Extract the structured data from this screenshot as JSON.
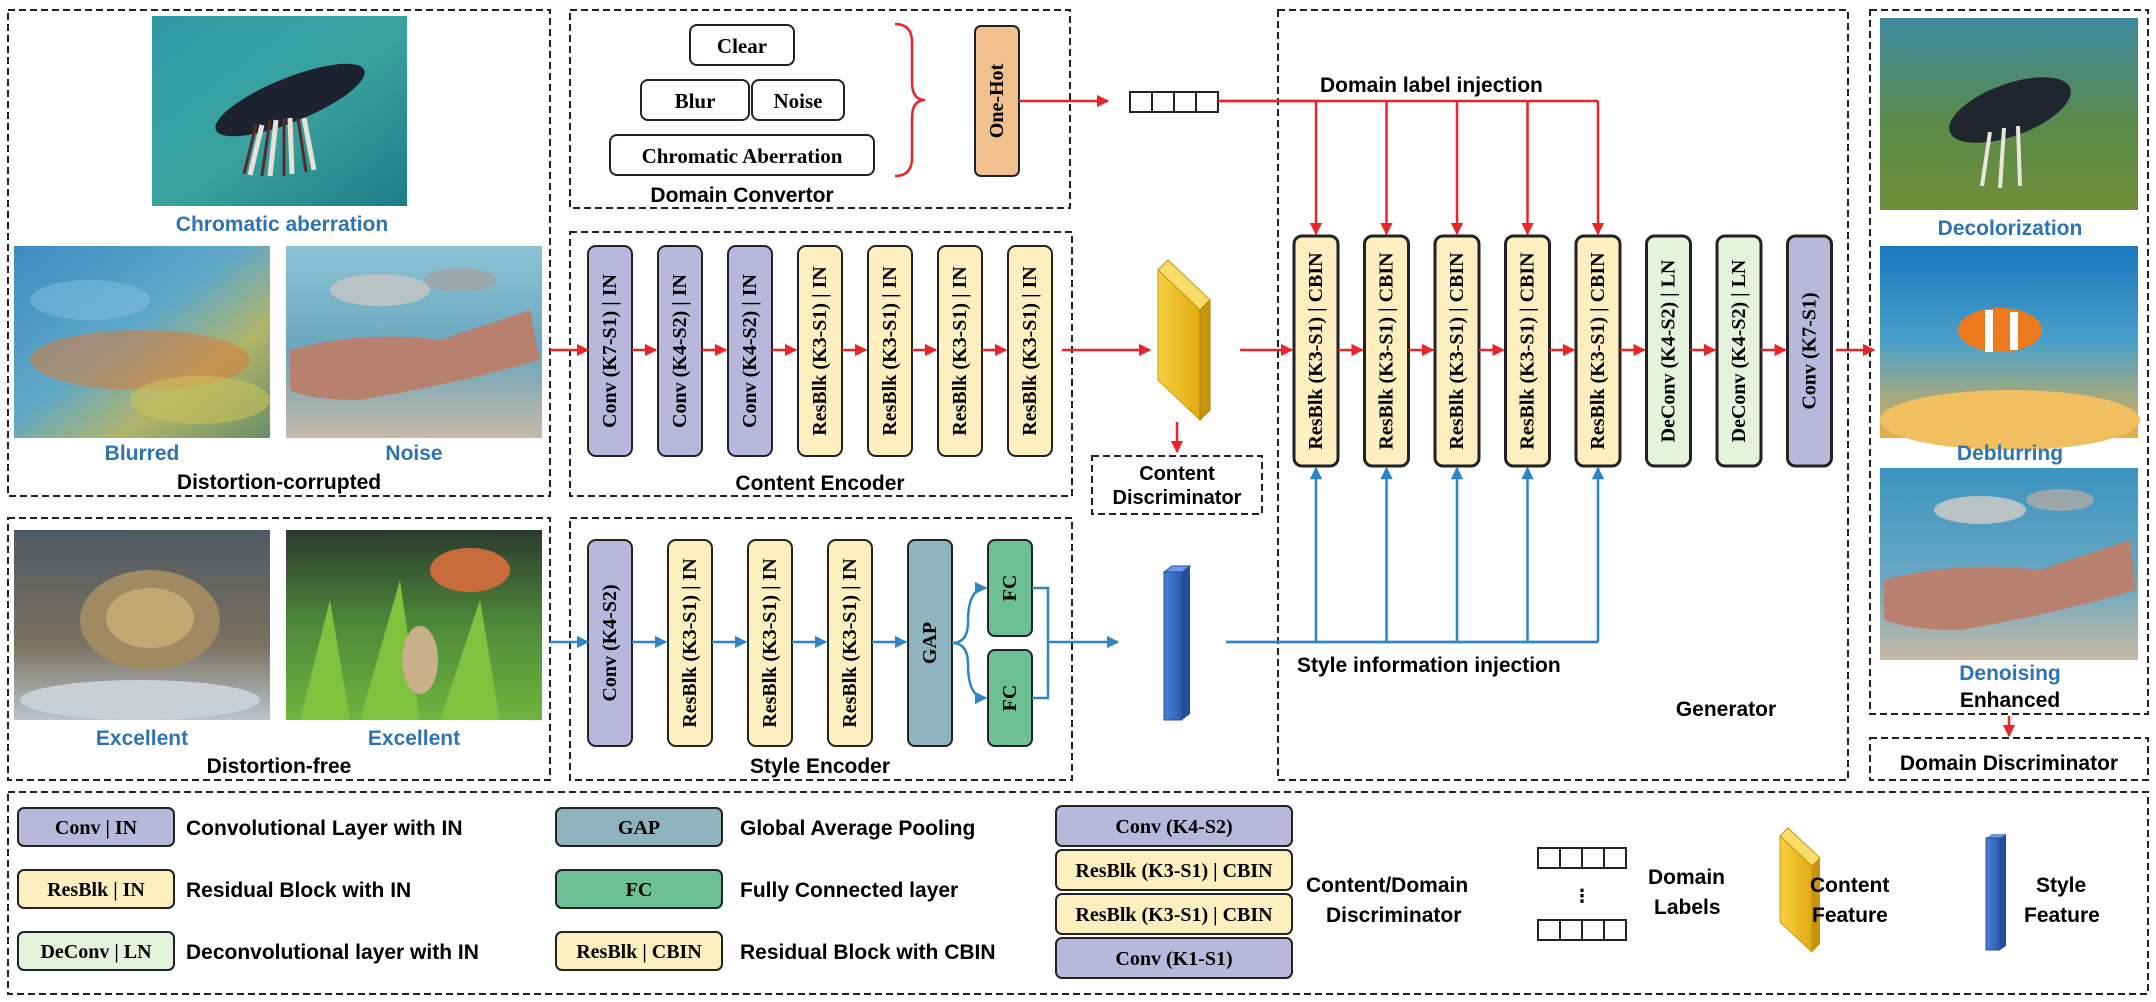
{
  "colors": {
    "conv": "#b8b8dc",
    "resblk": "#fdefc0",
    "deconv": "#e3f3dc",
    "gap": "#8fb3bf",
    "fc": "#6dbf94",
    "onehot": "#f0c08e",
    "red_arrow": "#e8262a",
    "blue_arrow": "#2f86c6",
    "caption_blue": "#2e74b5",
    "content_feature": "#f4c21a",
    "style_feature": "#3a6fc8"
  },
  "images": {
    "chromatic": {
      "caption": "Chromatic aberration"
    },
    "blurred": {
      "caption": "Blurred"
    },
    "noise": {
      "caption": "Noise"
    },
    "distortion_corrupted": "Distortion-corrupted",
    "excellent_1": {
      "caption": "Excellent"
    },
    "excellent_2": {
      "caption": "Excellent"
    },
    "distortion_free": "Distortion-free",
    "decolorization": {
      "caption": "Decolorization"
    },
    "deblurring": {
      "caption": "Deblurring"
    },
    "denoising": {
      "caption": "Denoising"
    },
    "enhanced": "Enhanced"
  },
  "domain_convertor": {
    "title": "Domain Convertor",
    "clear": "Clear",
    "blur": "Blur",
    "noise": "Noise",
    "chromatic": "Chromatic Aberration",
    "onehot": "One-Hot"
  },
  "content_encoder": {
    "title": "Content Encoder",
    "layers": [
      "Conv (K7-S1) | IN",
      "Conv (K4-S2) | IN",
      "Conv (K4-S2) | IN",
      "ResBlk (K3-S1) | IN",
      "ResBlk (K3-S1) | IN",
      "ResBlk (K3-S1) | IN",
      "ResBlk (K3-S1) | IN"
    ]
  },
  "content_discriminator": "Content Discriminator",
  "style_encoder": {
    "title": "Style Encoder",
    "layers": [
      "Conv (K4-S2)",
      "ResBlk (K3-S1) | IN",
      "ResBlk (K3-S1) | IN",
      "ResBlk (K3-S1) | IN"
    ],
    "gap": "GAP",
    "fc": "FC"
  },
  "generator": {
    "title": "Generator",
    "domain_label_injection": "Domain label injection",
    "style_information_injection": "Style information injection",
    "layers": [
      "ResBlk (K3-S1) | CBIN",
      "ResBlk (K3-S1) | CBIN",
      "ResBlk (K3-S1) | CBIN",
      "ResBlk (K3-S1) | CBIN",
      "ResBlk (K3-S1) | CBIN",
      "DeConv (K4-S2) | LN",
      "DeConv (K4-S2) | LN",
      "Conv (K7-S1)"
    ]
  },
  "domain_discriminator": "Domain Discriminator",
  "legend": {
    "conv_in": {
      "box": "Conv | IN",
      "desc": "Convolutional Layer with IN"
    },
    "resblk_in": {
      "box": "ResBlk | IN",
      "desc": "Residual Block with IN"
    },
    "deconv_ln": {
      "box": "DeConv | LN",
      "desc": "Deconvolutional layer with IN"
    },
    "gap": {
      "box": "GAP",
      "desc": "Global Average Pooling"
    },
    "fc": {
      "box": "FC",
      "desc": "Fully Connected layer"
    },
    "resblk_cbin": {
      "box": "ResBlk | CBIN",
      "desc": "Residual Block with CBIN"
    },
    "disc_stack": [
      "Conv (K4-S2)",
      "ResBlk (K3-S1) | CBIN",
      "ResBlk (K3-S1) | CBIN",
      "Conv (K1-S1)"
    ],
    "disc_label_1": "Content/Domain",
    "disc_label_2": "Discriminator",
    "domain_labels_1": "Domain",
    "domain_labels_2": "Labels",
    "ellipsis": "⋮",
    "content_feature_1": "Content",
    "content_feature_2": "Feature",
    "style_feature_1": "Style",
    "style_feature_2": "Feature"
  }
}
